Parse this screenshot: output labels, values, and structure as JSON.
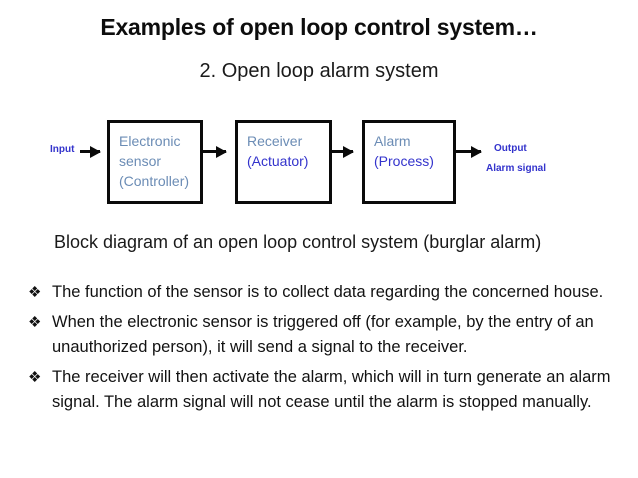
{
  "slide": {
    "title": "Examples of open loop control system…",
    "subtitle": "2. Open loop alarm system",
    "caption": "Block diagram of an open loop control system (burglar alarm)"
  },
  "diagram": {
    "input_label": "Input",
    "output_label": "Output",
    "output_sublabel": "Alarm signal",
    "text_color": "#6b8cb5",
    "accent_color": "#3333cc",
    "border_color": "#0a0a0a",
    "blocks": [
      {
        "name": "electronic-sensor",
        "line1": "Electronic",
        "line2": "sensor",
        "line3": "(Controller)"
      },
      {
        "name": "receiver",
        "line1": "Receiver",
        "line2": "(Actuator)",
        "line3": ""
      },
      {
        "name": "alarm",
        "line1": "Alarm",
        "line2": "(Process)",
        "line3": ""
      }
    ]
  },
  "bullets": {
    "glyph": "❖",
    "items": [
      "The function of the sensor is to collect data regarding the concerned house.",
      "When the electronic sensor is triggered off (for example, by the entry of an unauthorized person), it will send a signal to the receiver.",
      "The receiver will then activate the alarm, which will in turn generate an alarm signal. The alarm signal will not cease until the alarm is stopped manually."
    ]
  }
}
